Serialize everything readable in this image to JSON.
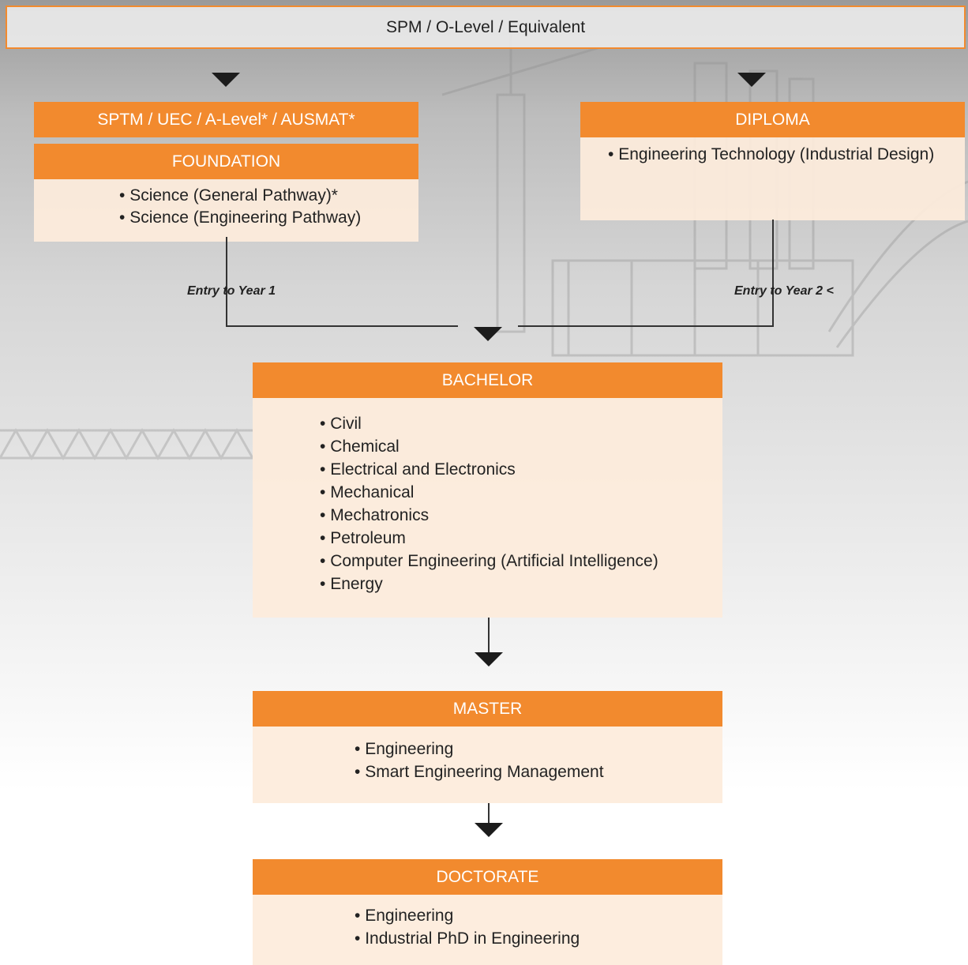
{
  "top": {
    "label": "SPM / O-Level / Equivalent"
  },
  "left_column": {
    "entry_header": "SPTM / UEC / A-Level* / AUSMAT*",
    "foundation": {
      "title": "FOUNDATION",
      "items": [
        "Science (General Pathway)*",
        "Science (Engineering Pathway)"
      ]
    },
    "entry_label": "Entry to Year 1"
  },
  "right_column": {
    "diploma": {
      "title": "DIPLOMA",
      "items": [
        "Engineering Technology (Industrial Design)"
      ]
    },
    "entry_label": "Entry to Year 2 <"
  },
  "bachelor": {
    "title": "BACHELOR",
    "items": [
      "Civil",
      "Chemical",
      "Electrical and Electronics",
      "Mechanical",
      "Mechatronics",
      "Petroleum",
      "Computer Engineering (Artificial Intelligence)",
      "Energy"
    ]
  },
  "master": {
    "title": "MASTER",
    "items": [
      "Engineering",
      "Smart Engineering Management"
    ]
  },
  "doctorate": {
    "title": "DOCTORATE",
    "items": [
      "Engineering",
      "Industrial PhD in Engineering"
    ]
  },
  "colors": {
    "accent": "#f28a2e",
    "panel": "#fdecdb",
    "arrow": "#1c1c1c"
  }
}
